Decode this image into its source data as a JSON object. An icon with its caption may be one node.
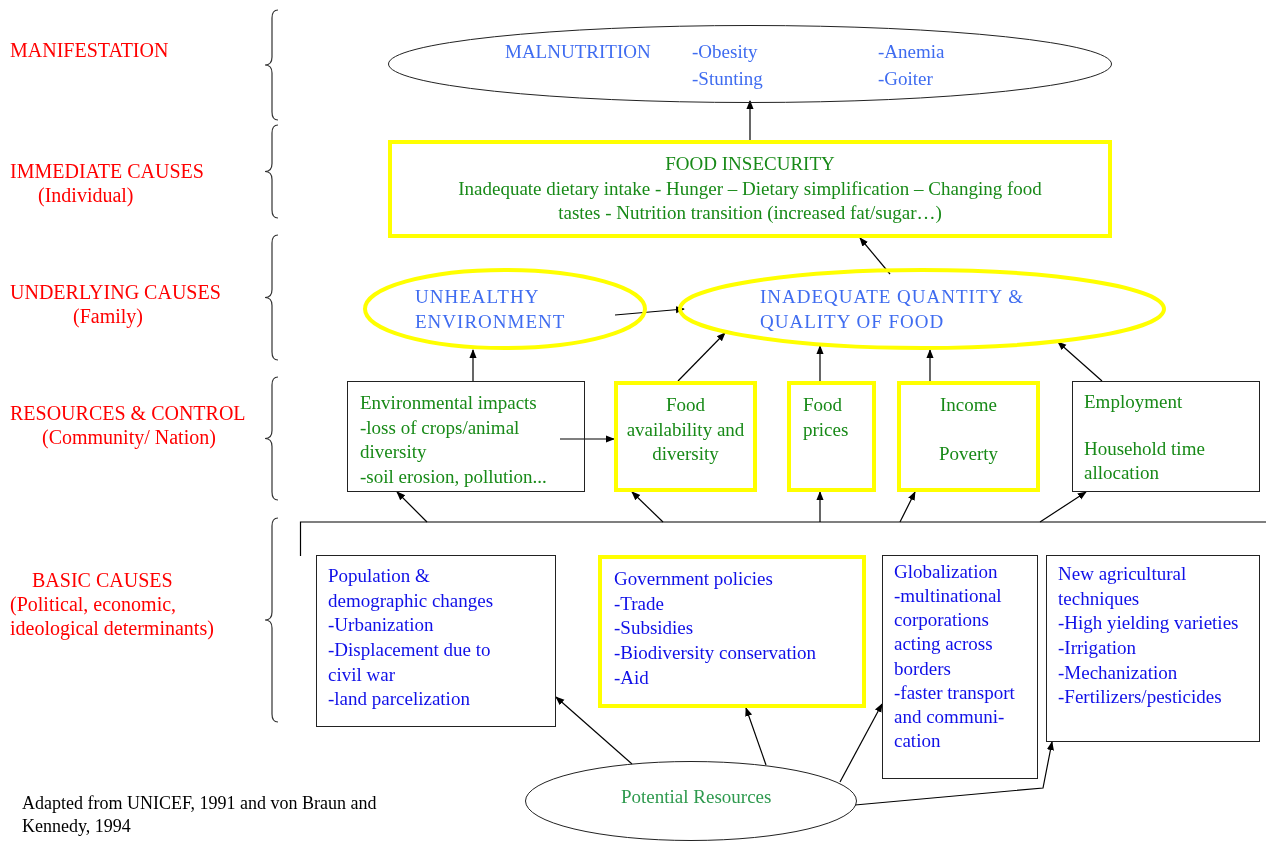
{
  "diagram": {
    "caption": "Adapted from UNICEF, 1991 and von Braun and Kennedy, 1994",
    "nodes": [
      {
        "text": [
          "MALNUTRITION",
          "-Obesity -Stunting",
          "-Anemia -Goiter"
        ]
      },
      {
        "text": [
          "FOOD INSECURITY",
          "Inadequate dietary intake - Hunger – Dietary simplification – Changing food tastes - Nutrition transition (increased fat/sugar…)"
        ]
      },
      {
        "text": [
          "UNHEALTHY ENVIRONMENT"
        ]
      },
      {
        "text": [
          "INADEQUATE  QUANTITY & QUALITY OF FOOD"
        ]
      },
      {
        "text": [
          "Environmental impacts",
          "-loss of crops/animal diversity",
          "-soil erosion, pollution..."
        ]
      },
      {
        "text": [
          "Food availability and diversity"
        ]
      },
      {
        "text": [
          "Food prices"
        ]
      },
      {
        "text": [
          "Income",
          "Poverty"
        ]
      },
      {
        "text": [
          "Employment",
          "Household time allocation"
        ]
      },
      {
        "text": [
          "Population & demographic changes",
          "-Urbanization",
          "-Displacement due to civil war",
          "-land parcelization"
        ]
      },
      {
        "text": [
          "Government policies",
          "-Trade",
          "-Subsidies",
          "-Biodiversity conservation",
          "-Aid"
        ]
      },
      {
        "text": [
          "Globalization",
          "-multinational corporations acting across borders",
          "-faster transport and communi-cation"
        ]
      },
      {
        "text": [
          "New agricultural techniques",
          "-High yielding varieties",
          "-Irrigation",
          "-Mechanization",
          "-Fertilizers/pesticides"
        ]
      },
      {
        "text": [
          "Potential Resources"
        ]
      },
      {
        "text": [],
        "shape": "bar"
      }
    ],
    "edges": [
      {
        "from": 1,
        "to": 0,
        "arrow": "to"
      },
      {
        "from": 3,
        "to": 1,
        "arrow": "to"
      },
      {
        "from": 2,
        "to": 3,
        "arrow": "to"
      },
      {
        "from": 4,
        "to": 2,
        "arrow": "to"
      },
      {
        "from": 5,
        "to": 3,
        "arrow": "to"
      },
      {
        "from": 6,
        "to": 3,
        "arrow": "to"
      },
      {
        "from": 7,
        "to": 3,
        "arrow": "to"
      },
      {
        "from": 8,
        "to": 3,
        "arrow": "to"
      },
      {
        "from": 4,
        "to": 5,
        "arrow": "to"
      },
      {
        "from": 14,
        "to": 4,
        "arrow": "to"
      },
      {
        "from": 14,
        "to": 5,
        "arrow": "to"
      },
      {
        "from": 14,
        "to": 6,
        "arrow": "to"
      },
      {
        "from": 14,
        "to": 7,
        "arrow": "to"
      },
      {
        "from": 14,
        "to": 8,
        "arrow": "to"
      },
      {
        "from": 13,
        "to": 9,
        "arrow": "to"
      },
      {
        "from": 13,
        "to": 10,
        "arrow": "to"
      },
      {
        "from": 13,
        "to": 11,
        "arrow": "to"
      },
      {
        "from": 13,
        "to": 12,
        "arrow": "to"
      }
    ],
    "labels": [
      "MANIFESTATION",
      "IMMEDIATE CAUSES",
      "(Individual)",
      "UNDERLYING CAUSES",
      "(Family)",
      "RESOURCES & CONTROL",
      "(Community/ Nation)",
      "BASIC CAUSES",
      "(Political, economic, ideological  determinants)"
    ]
  }
}
